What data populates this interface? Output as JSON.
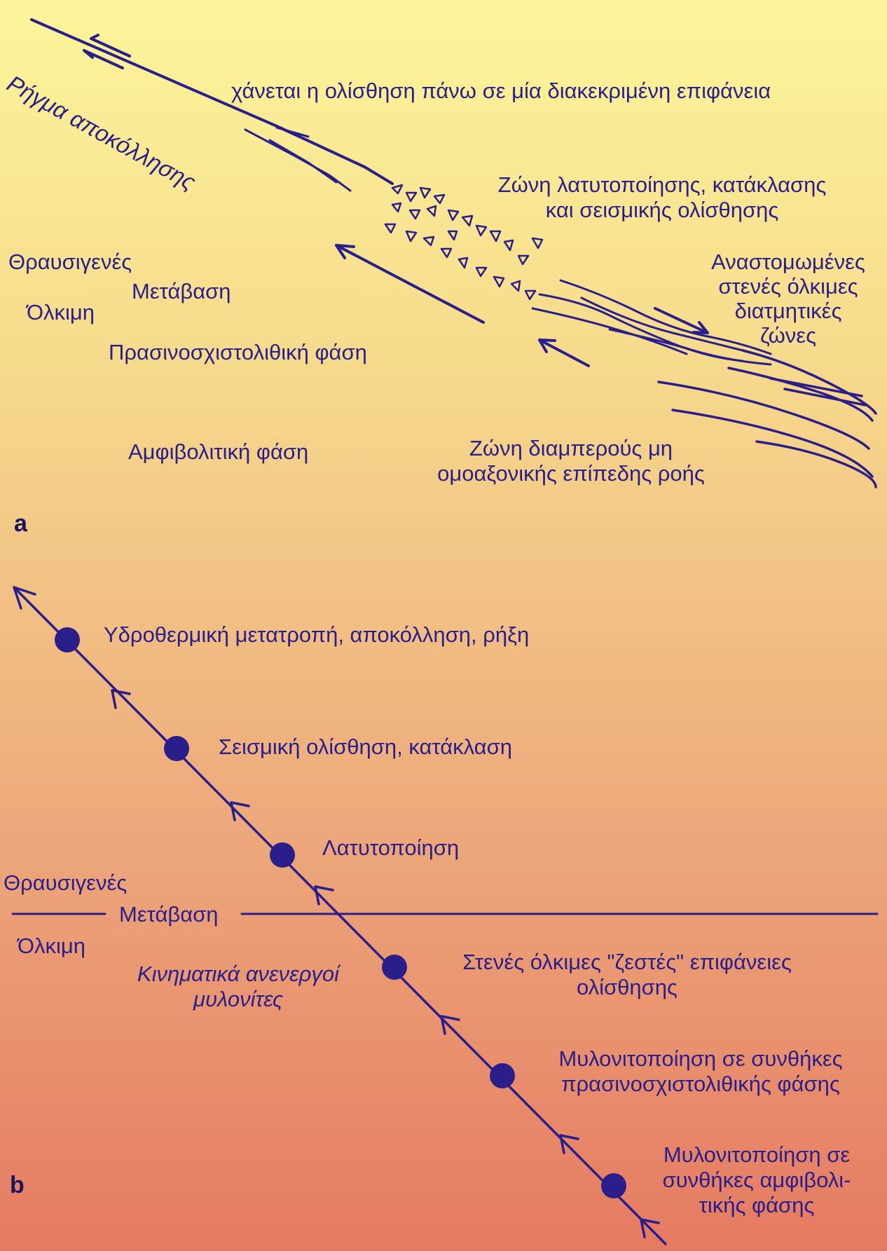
{
  "panel_a": {
    "letter": "a",
    "detachment_fault": "Ρήγμα αποκόλλησης",
    "slip_lost": "χάνεται η ολίσθηση πάνω σε μία διακεκριμένη επιφάνεια",
    "brecciation_zone": [
      "Ζώνη λατυτοποίησης, κατάκλασης",
      "και σεισμικής ολίσθησης"
    ],
    "brittle": "Θραυσιγενές",
    "transition": "Μετάβαση",
    "ductile": "Όλκιμη",
    "greenschist": "Πρασινοσχιστολιθική φάση",
    "amphibolite": "Αμφιβολιτική φάση",
    "anastomosing": [
      "Αναστομωμένες",
      "στενές όλκιμες",
      "διατμητικές",
      "ζώνες"
    ],
    "pervasive_flow": [
      "Ζώνη διαμπερούς μη",
      "ομοαξονικής επίπεδης ροής"
    ]
  },
  "panel_b": {
    "letter": "b",
    "brittle": "Θραυσιγενές",
    "transition": "Μετάβαση",
    "ductile": "Όλκιμη",
    "inactive_mylonites": [
      "Κινηματικά ανενεργοί",
      "μυλονίτες"
    ],
    "stages": [
      {
        "lines": [
          "Υδροθερμική μετατροπή, αποκόλληση, ρήξη"
        ]
      },
      {
        "lines": [
          "Σεισμική ολίσθηση, κατάκλαση"
        ]
      },
      {
        "lines": [
          "Λατυτοποίηση"
        ]
      },
      {
        "lines": [
          "Στενές όλκιμες \"ζεστές\" επιφάνειες",
          "ολίσθησης"
        ]
      },
      {
        "lines": [
          "Μυλονιτοποίηση σε συνθήκες",
          "πρασινοσχιστολιθικής φάσης"
        ]
      },
      {
        "lines": [
          "Μυλονιτοποίηση σε",
          "συνθήκες αμφιβολι-",
          "τικής φάσης"
        ]
      }
    ]
  },
  "colors": {
    "ink": "#2a1f8a",
    "bg_top": "#fcf59a",
    "bg_bottom": "#e57a62"
  }
}
